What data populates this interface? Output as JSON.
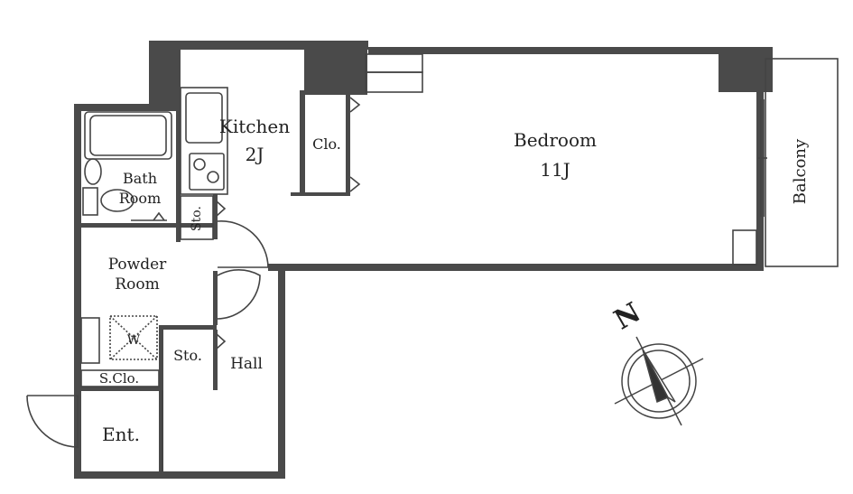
{
  "rooms": {
    "kitchen": {
      "name": "Kitchen",
      "size": "2J"
    },
    "bedroom": {
      "name": "Bedroom",
      "size": "11J"
    },
    "balcony": "Balcony",
    "bath": {
      "line1": "Bath",
      "line2": "Room"
    },
    "powder": {
      "line1": "Powder",
      "line2": "Room"
    },
    "closet": "Clo.",
    "storage_upper": "Sto.",
    "storage_lower": "Sto.",
    "washer": "W",
    "shoe_closet": "S.Clo.",
    "hall": "Hall",
    "entrance": "Ent."
  },
  "compass": {
    "north_label": "N"
  },
  "colors": {
    "wall": "#4a4a4a",
    "line": "#444444",
    "text": "#222222"
  }
}
